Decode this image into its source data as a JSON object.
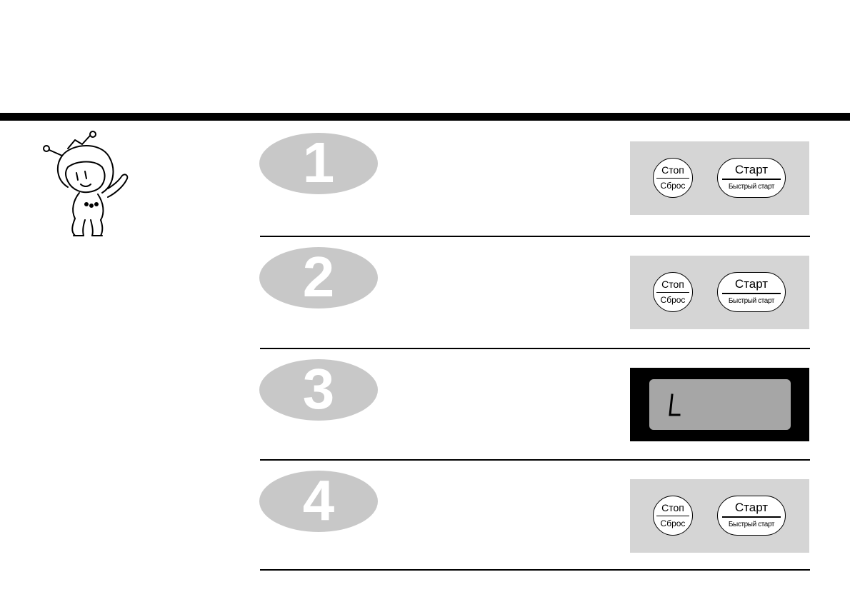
{
  "mascot": {
    "icon": "cartoon-mascot-icon"
  },
  "steps": [
    {
      "number": "1",
      "panel": "buttons",
      "buttons": {
        "stop_primary": "Стоп",
        "stop_secondary": "Сброс",
        "start_primary": "Старт",
        "start_secondary": "Быстрый старт"
      }
    },
    {
      "number": "2",
      "panel": "buttons",
      "buttons": {
        "stop_primary": "Стоп",
        "stop_secondary": "Сброс",
        "start_primary": "Старт",
        "start_secondary": "Быстрый старт"
      }
    },
    {
      "number": "3",
      "panel": "display",
      "display": {
        "segment_character": "L"
      }
    },
    {
      "number": "4",
      "panel": "buttons",
      "buttons": {
        "stop_primary": "Стоп",
        "stop_secondary": "Сброс",
        "start_primary": "Старт",
        "start_secondary": "Быстрый старт"
      }
    }
  ],
  "colors": {
    "badge_fill": "#c8c8c8",
    "panel_fill": "#d5d5d5",
    "display_bg": "#000000",
    "lcd_fill": "#a6a6a6"
  }
}
